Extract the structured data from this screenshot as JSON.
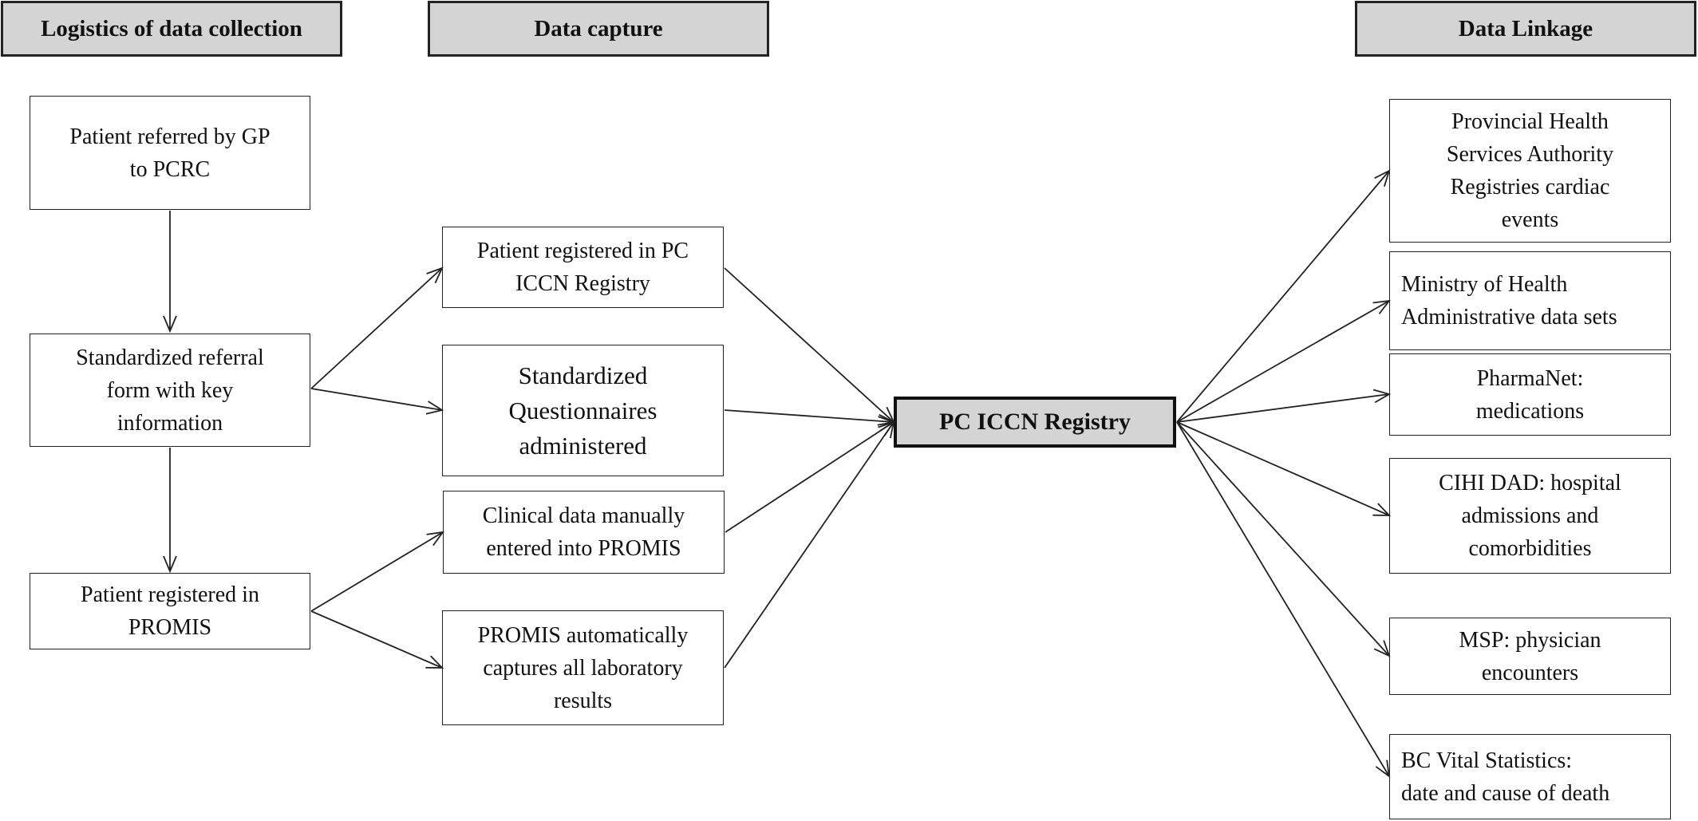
{
  "headers": {
    "logistics": "Logistics of data collection",
    "capture": "Data capture",
    "linkage": "Data Linkage"
  },
  "logistics_boxes": {
    "referred": "Patient referred by GP\nto PCRC",
    "referral_form": "Standardized referral\nform with key\ninformation",
    "registered_promis": "Patient registered in\nPROMIS"
  },
  "capture_boxes": {
    "registered_pc": "Patient registered in PC\nICCN Registry",
    "questionnaires": "Standardized\nQuestionnaires\nadministered",
    "clinical_data": "Clinical data manually\nentered into PROMIS",
    "lab_results": "PROMIS automatically\ncaptures all laboratory\nresults"
  },
  "registry": "PC ICCN Registry",
  "linkage_boxes": {
    "phsa": "Provincial Health\nServices Authority\nRegistries cardiac\nevents",
    "moh": "Ministry of Health\nAdministrative data sets",
    "pharmanet": "PharmaNet:\nmedications",
    "cihi": "CIHI DAD:  hospital\nadmissions and\ncomorbidities",
    "msp": "MSP:  physician\nencounters",
    "vital": "BC Vital Statistics:\ndate and cause of death"
  }
}
